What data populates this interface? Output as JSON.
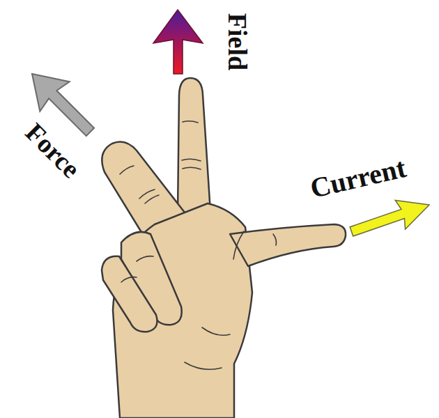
{
  "diagram": {
    "labels": [
      "Field",
      "Force",
      "Current"
    ]
  }
}
